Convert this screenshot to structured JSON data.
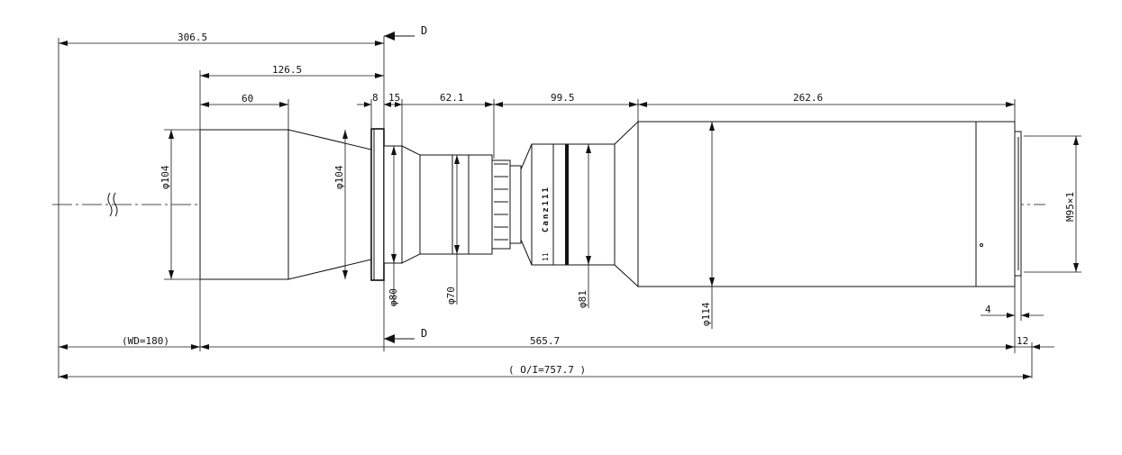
{
  "drawing": {
    "dimensions": {
      "d306": "306.5",
      "d126": "126.5",
      "d60": "60",
      "d8": "8",
      "d15": "15",
      "d62": "62.1",
      "d99": "99.5",
      "d262": "262.6",
      "wd": "(WD=180)",
      "d565": "565.7",
      "d12": "12",
      "oi": "( O/I=757.7 )",
      "d4": "4"
    },
    "diameters": {
      "dia104a": "φ104",
      "dia104b": "φ104",
      "dia80": "φ80",
      "dia70": "φ70",
      "dia81": "φ81",
      "dia114": "φ114",
      "thread": "M95×1"
    },
    "section_marks": {
      "top": "D",
      "bottom": "D"
    },
    "lens_marking": "Canz111",
    "lens_marking_small": "11"
  }
}
